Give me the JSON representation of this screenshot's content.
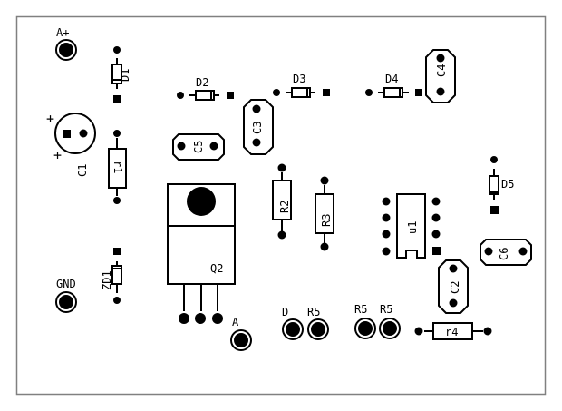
{
  "title": "PCB silkscreen layout",
  "colors": {
    "ink": "#000000",
    "border": "#808080",
    "background": "#ffffff"
  },
  "terminals": {
    "a_plus": "A+",
    "gnd": "GND",
    "a": "A",
    "d": "D",
    "r5_a": "R5",
    "r5_b": "R5",
    "r5_c": "R5"
  },
  "components": {
    "d1": "D1",
    "d2": "D2",
    "d3": "D3",
    "d4": "D4",
    "d5": "D5",
    "zd1": "ZD1",
    "c1": "C1",
    "c1_plus": "+",
    "c2": "C2",
    "c3": "C3",
    "c4": "C4",
    "c5": "C5",
    "c6": "C6",
    "r1": "r1",
    "r2": "R2",
    "r3": "R3",
    "r4": "r4",
    "u1": "u1",
    "q2": "Q2"
  }
}
